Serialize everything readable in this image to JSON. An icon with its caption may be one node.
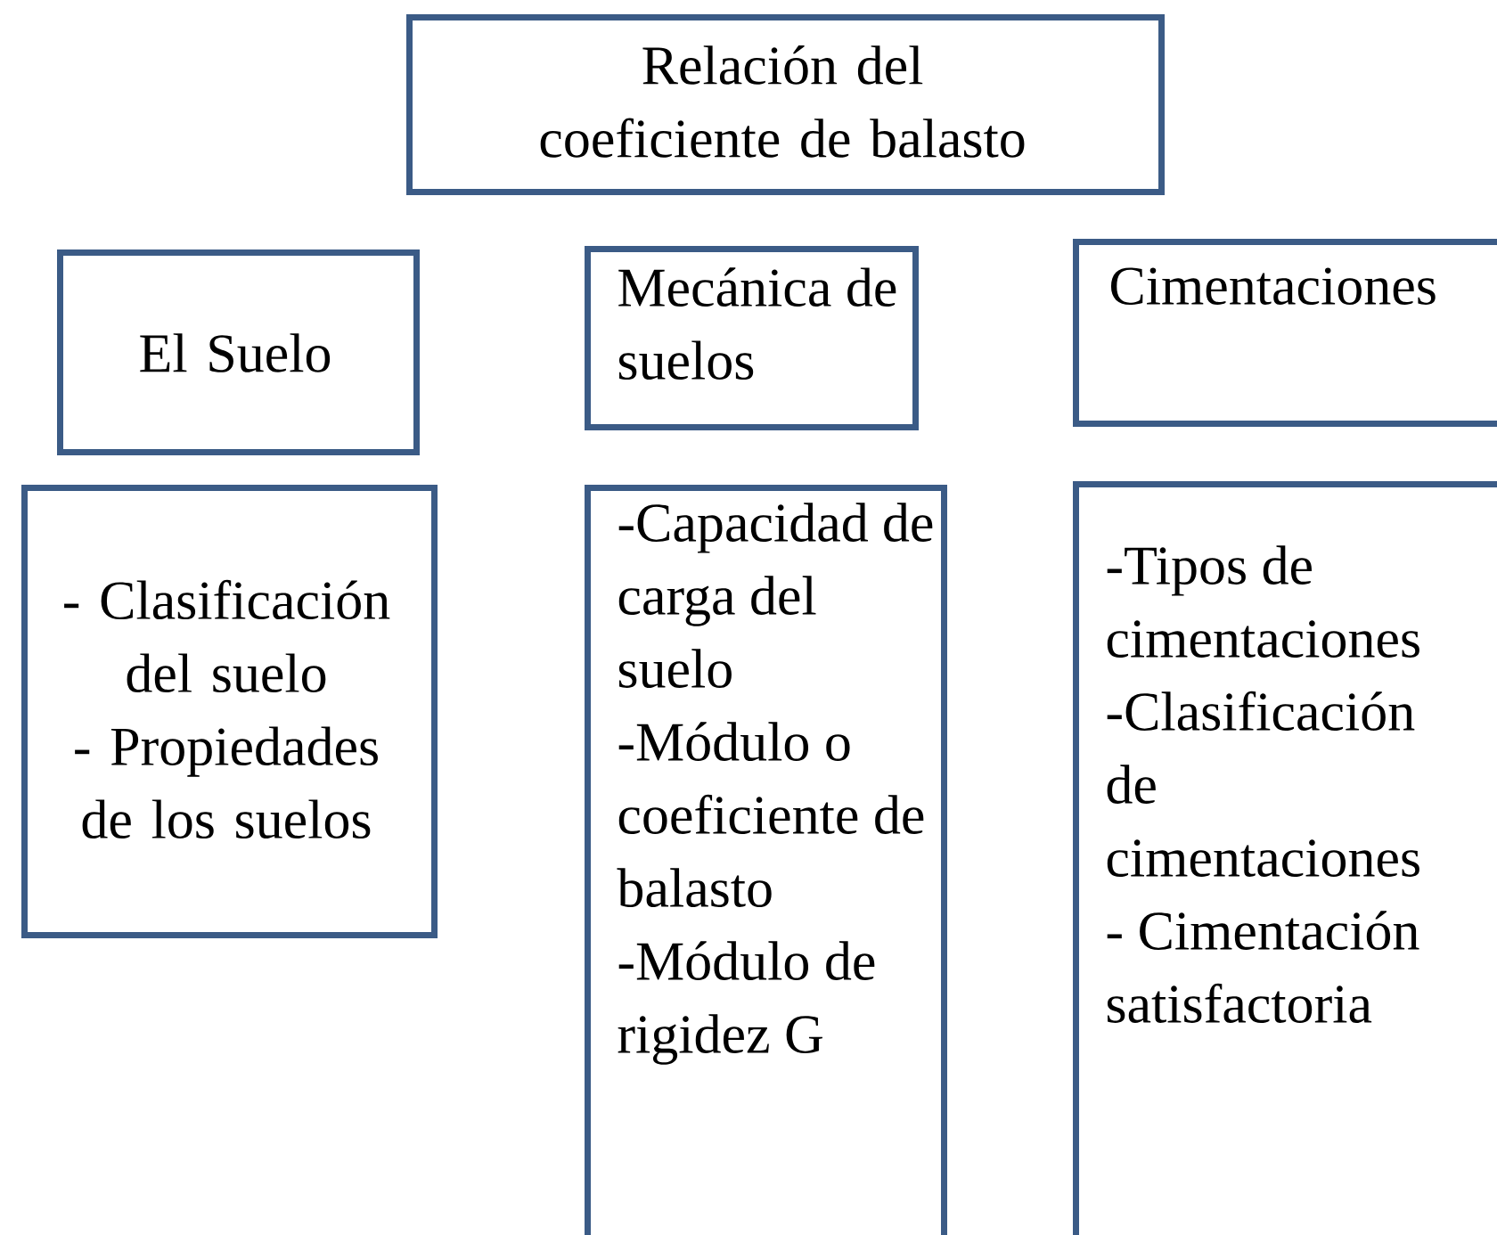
{
  "diagram": {
    "nodes": [
      {
        "text": [
          "Relación del coeficiente de balasto"
        ]
      },
      {
        "text": [
          "El Suelo"
        ]
      },
      {
        "text": [
          "Mecánica de suelos"
        ]
      },
      {
        "text": [
          "Cimentaciones"
        ]
      },
      {
        "text": [
          "- Clasificación del suelo",
          "- Propiedades de los suelos"
        ]
      },
      {
        "text": [
          "-Capacidad de carga del suelo",
          "-Módulo o coeficiente de balasto",
          "-Módulo de rigidez G"
        ]
      },
      {
        "text": [
          "-Tipos de cimentaciones",
          "-Clasificación de cimentaciones",
          "- Cimentación satisfactoria"
        ]
      }
    ]
  }
}
